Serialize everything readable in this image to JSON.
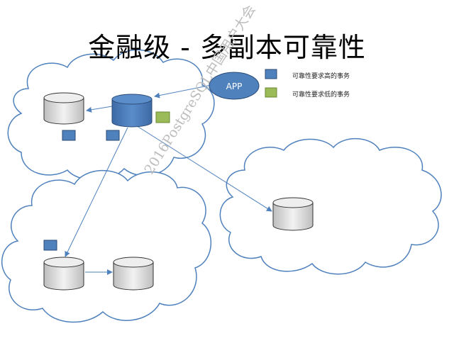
{
  "slide": {
    "title": "金融级 - 多副本可靠性",
    "app_label": "APP",
    "legend": [
      {
        "label": "可靠性要求高的事务",
        "color": "#4f81bd"
      },
      {
        "label": "可靠性要求低的事务",
        "color": "#9bbb59"
      }
    ],
    "watermark": "2016PostgreSQL中国用户大会"
  },
  "colors": {
    "cloud_stroke": "#4f81bd",
    "primary_db": "#4f81bd",
    "replica_db": "#dcdcdc",
    "arrow": "#4f81bd",
    "high_txn": "#4f81bd",
    "low_txn": "#9bbb59",
    "app_ellipse": "#4f81bd"
  },
  "icons": {
    "database": "database-cylinder-icon",
    "transaction": "transaction-square-icon"
  }
}
